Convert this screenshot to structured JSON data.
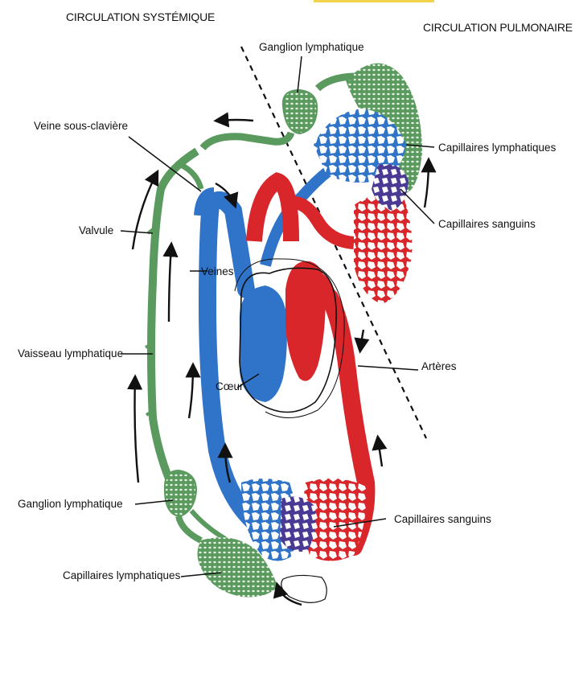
{
  "titles": {
    "systemic": "CIRCULATION SYSTÉMIQUE",
    "pulmonary": "CIRCULATION PULMONAIRE"
  },
  "labels": {
    "lymph_node_top": "Ganglion lymphatique",
    "subclavian_vein": "Veine sous-clavière",
    "lymph_capillaries_right": "Capillaires lymphatiques",
    "blood_capillaries_right": "Capillaires sanguins",
    "valve": "Valvule",
    "veins": "Veines",
    "lymph_vessel": "Vaisseau lymphatique",
    "heart": "Cœur",
    "arteries": "Artères",
    "lymph_node_bottom": "Ganglion lymphatique",
    "blood_capillaries_bottom": "Capillaires sanguins",
    "lymph_capillaries_bottom": "Capillaires lymphatiques"
  },
  "colors": {
    "venous_blue": "#2f74c8",
    "arterial_red": "#d8262b",
    "lymph_green": "#5b9a5f",
    "lymph_light": "#a9d2a3",
    "mixed_purple": "#5a3a8c",
    "top_bar": "#f2d24a"
  }
}
